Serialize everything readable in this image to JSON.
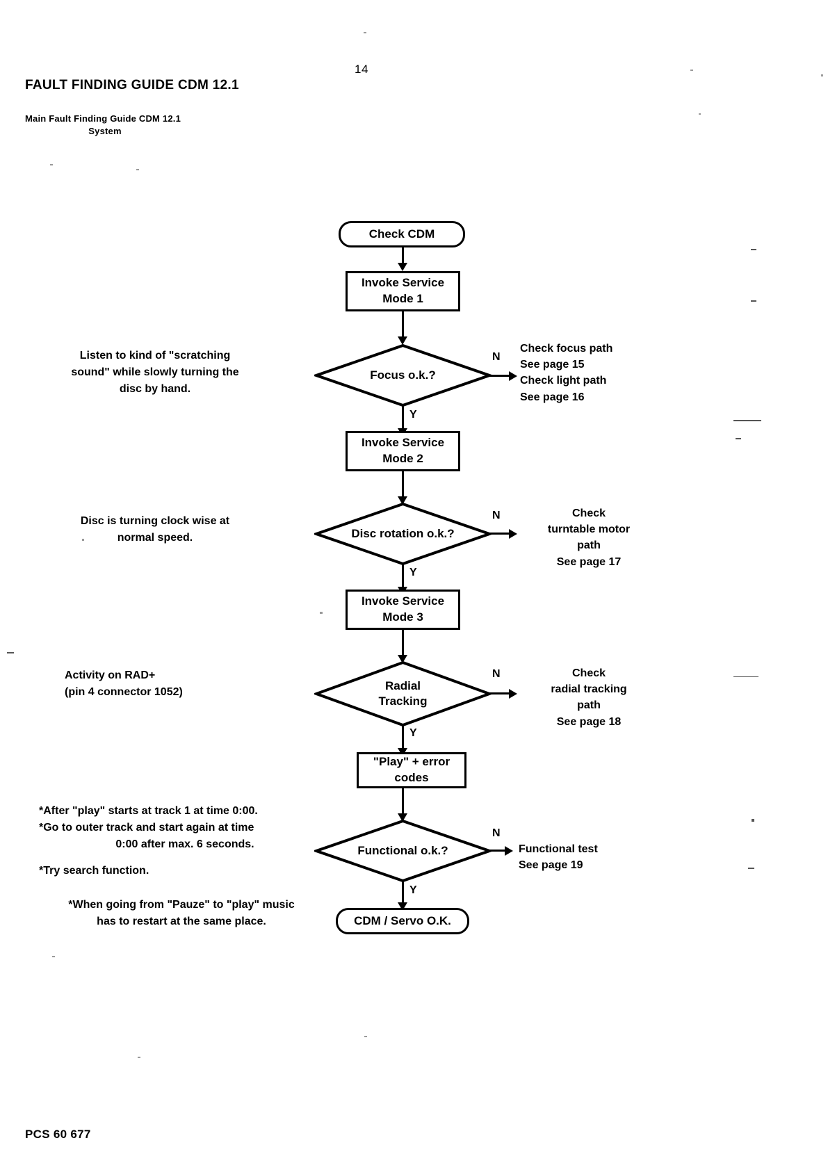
{
  "header": {
    "page_number": "14",
    "title": "FAULT FINDING GUIDE CDM 12.1",
    "subtitle_line1": "Main Fault Finding Guide CDM 12.1",
    "subtitle_line2": "System"
  },
  "footer": {
    "code": "PCS 60 677"
  },
  "flowchart": {
    "nodes": {
      "start": "Check CDM",
      "service_mode_1_line1": "Invoke Service",
      "service_mode_1_line2": "Mode 1",
      "focus_decision": "Focus o.k.?",
      "service_mode_2_line1": "Invoke Service",
      "service_mode_2_line2": "Mode 2",
      "disc_rotation_decision": "Disc rotation o.k.?",
      "service_mode_3_line1": "Invoke Service",
      "service_mode_3_line2": "Mode 3",
      "radial_decision_line1": "Radial",
      "radial_decision_line2": "Tracking",
      "play_error_codes": "\"Play\" + error codes",
      "functional_decision": "Functional o.k.?",
      "end": "CDM / Servo O.K."
    },
    "branch_labels": {
      "focus_no": "N",
      "focus_yes": "Y",
      "disc_no": "N",
      "disc_yes": "Y",
      "radial_no": "N",
      "radial_yes": "Y",
      "functional_no": "N",
      "functional_yes": "Y"
    },
    "outcomes": {
      "focus_fail": [
        "Check focus path",
        "See page 15",
        "Check light path",
        "See page 16"
      ],
      "disc_fail": [
        "Check",
        "turntable motor",
        "path",
        "See page 17"
      ],
      "radial_fail": [
        "Check",
        "radial tracking",
        "path",
        "See page 18"
      ],
      "functional_fail": [
        "Functional test",
        "See page 19"
      ]
    },
    "side_notes": {
      "focus_note": [
        "Listen to kind of \"scratching",
        "sound\" while slowly turning the",
        "disc by hand."
      ],
      "disc_note": [
        "Disc is turning clock wise at",
        "normal speed."
      ],
      "radial_note": [
        "Activity on RAD+",
        "(pin 4 connector 1052)"
      ],
      "functional_note_block_1": [
        "*After \"play\" starts at track 1 at time 0:00.",
        "*Go to outer track and start again at time",
        "0:00 after max. 6 seconds."
      ],
      "functional_note_block_2": [
        "*Try search function."
      ],
      "functional_note_block_3": [
        "*When going from \"Pauze\" to \"play\" music",
        "has to restart at the same place."
      ]
    }
  },
  "colors": {
    "ink": "#000000",
    "paper": "#ffffff"
  }
}
